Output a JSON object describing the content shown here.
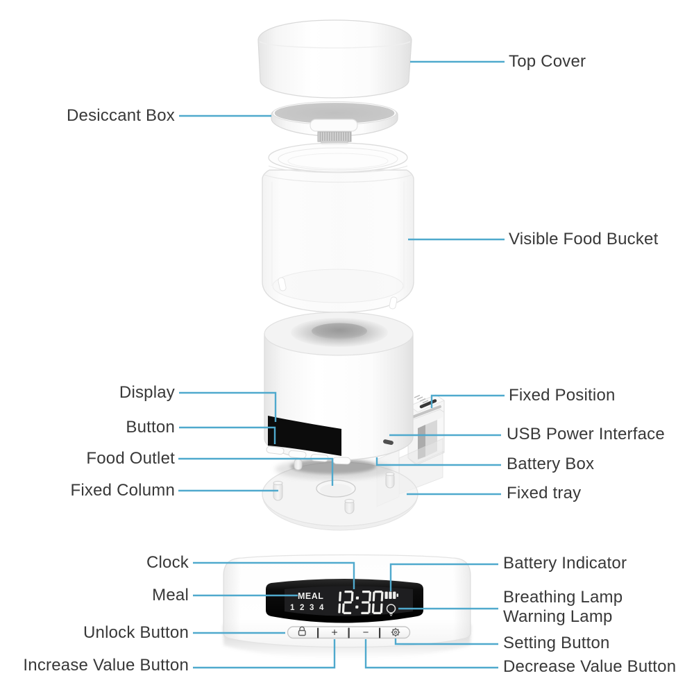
{
  "colors": {
    "leader": "#4fa9cd",
    "label": "#383838",
    "display_bg": "#0a0a0a"
  },
  "labels": {
    "top_cover": "Top Cover",
    "desiccant_box": "Desiccant Box",
    "visible_food_bucket": "Visible Food Bucket",
    "display": "Display",
    "button": "Button",
    "food_outlet": "Food Outlet",
    "fixed_column": "Fixed Column",
    "fixed_position": "Fixed Position",
    "usb_power_interface": "USB Power Interface",
    "battery_box": "Battery Box",
    "fixed_tray": "Fixed tray",
    "clock": "Clock",
    "meal": "Meal",
    "unlock_button": "Unlock Button",
    "increase_value_button": "Increase Value Button",
    "battery_indicator": "Battery Indicator",
    "breathing_lamp": "Breathing Lamp",
    "warning_lamp": "Warning Lamp",
    "setting_button": "Setting Button",
    "decrease_value_button": "Decrease Value Button"
  },
  "display_panel": {
    "meal_label": "MEAL",
    "meal_numbers": "1 2 3 4",
    "time": "12:30"
  },
  "control_bar": {
    "plus": "+",
    "minus": "−"
  }
}
